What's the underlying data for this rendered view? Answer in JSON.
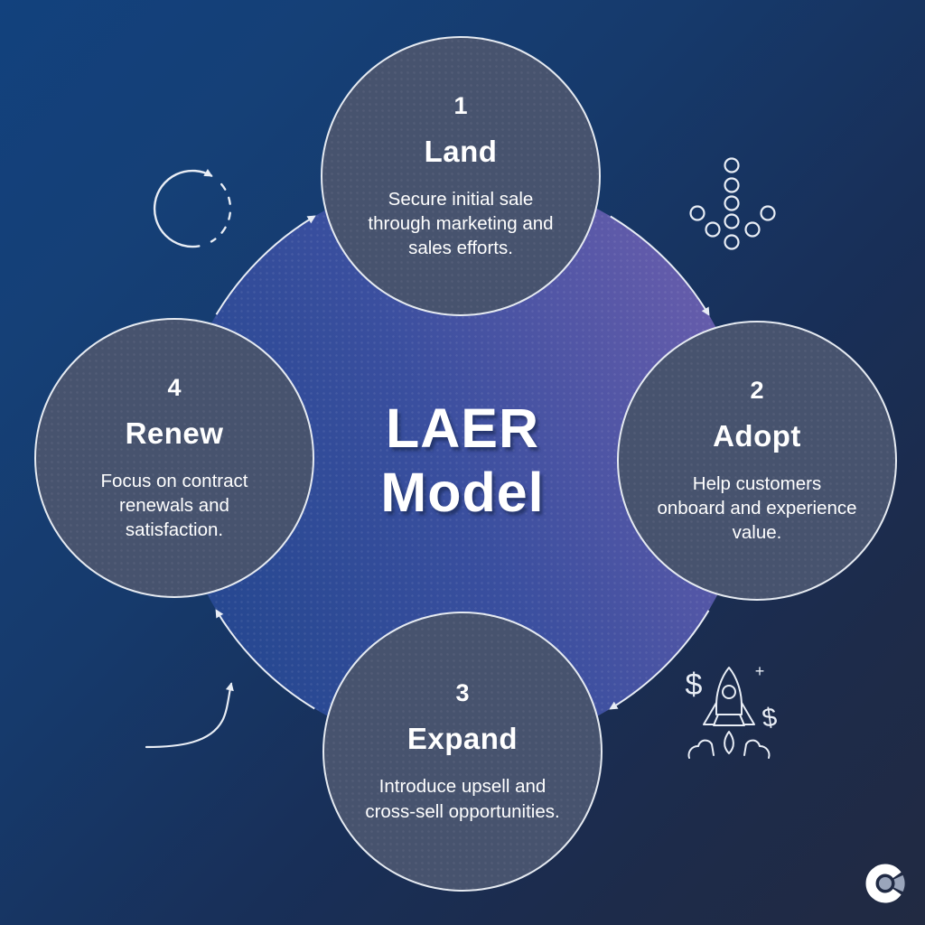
{
  "title": {
    "line1": "LAER",
    "line2": "Model"
  },
  "stages": [
    {
      "number": "1",
      "name": "Land",
      "description": "Secure initial sale through marketing and sales efforts.",
      "description_lines": [
        "Secure initial sale",
        "through marketing and",
        "sales efforts."
      ]
    },
    {
      "number": "2",
      "name": "Adopt",
      "description": "Help customers onboard and experience value.",
      "description_lines": [
        "Help customers",
        "onboard and experience",
        "value."
      ]
    },
    {
      "number": "3",
      "name": "Expand",
      "description": "Introduce upsell and cross-sell opportunities.",
      "description_lines": [
        "Introduce upsell and",
        "cross-sell opportunities."
      ]
    },
    {
      "number": "4",
      "name": "Renew",
      "description": "Focus on contract renewals and satisfaction.",
      "description_lines": [
        "Focus on contract",
        "renewals and",
        "satisfaction."
      ]
    }
  ],
  "rocket_icon": {
    "dollar_left": "$",
    "dollar_right": "$",
    "plus": "+"
  },
  "decorations": {
    "top_left": "refresh-cycle-icon",
    "top_right": "dotted-down-arrow-icon",
    "bottom_left": "growth-curve-arrow-icon",
    "bottom_right": "rocket-dollars-icon",
    "corner": "brand-logo"
  },
  "colors": {
    "background_top_left": "#12417d",
    "background_bottom_right": "#212a42",
    "center_circle_blue": "#24478f",
    "center_circle_purple": "#655cab",
    "stage_circle_fill": "#47536e",
    "stage_circle_border": "#eef2f8",
    "arrow_stroke": "#e8edf5",
    "text": "#ffffff"
  }
}
